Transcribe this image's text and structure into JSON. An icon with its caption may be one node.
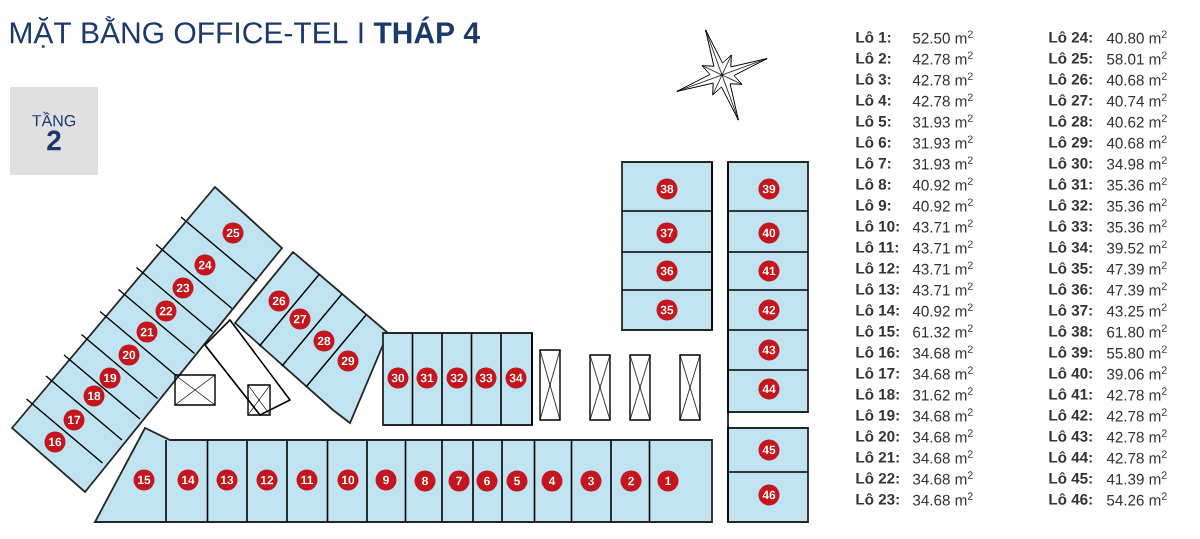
{
  "diagram": {
    "title": "MẶT BẰNG OFFICE-TEL   I   **THÁP 4**",
    "nodes": [
      {
        "text": [
          "TẦNG",
          "2"
        ]
      },
      {
        "text": [
          "1"
        ]
      },
      {
        "text": [
          "2"
        ]
      },
      {
        "text": [
          "3"
        ]
      },
      {
        "text": [
          "4"
        ]
      },
      {
        "text": [
          "5"
        ]
      },
      {
        "text": [
          "6"
        ]
      },
      {
        "text": [
          "7"
        ]
      },
      {
        "text": [
          "8"
        ]
      },
      {
        "text": [
          "9"
        ]
      },
      {
        "text": [
          "10"
        ]
      },
      {
        "text": [
          "11"
        ]
      },
      {
        "text": [
          "12"
        ]
      },
      {
        "text": [
          "13"
        ]
      },
      {
        "text": [
          "14"
        ]
      },
      {
        "text": [
          "15"
        ]
      },
      {
        "text": [
          "16"
        ]
      },
      {
        "text": [
          "17"
        ]
      },
      {
        "text": [
          "18"
        ]
      },
      {
        "text": [
          "19"
        ]
      },
      {
        "text": [
          "20"
        ]
      },
      {
        "text": [
          "21"
        ]
      },
      {
        "text": [
          "22"
        ]
      },
      {
        "text": [
          "23"
        ]
      },
      {
        "text": [
          "24"
        ]
      },
      {
        "text": [
          "25"
        ]
      },
      {
        "text": [
          "26"
        ]
      },
      {
        "text": [
          "27"
        ]
      },
      {
        "text": [
          "28"
        ]
      },
      {
        "text": [
          "29"
        ]
      },
      {
        "text": [
          "30"
        ]
      },
      {
        "text": [
          "31"
        ]
      },
      {
        "text": [
          "32"
        ]
      },
      {
        "text": [
          "33"
        ]
      },
      {
        "text": [
          "34"
        ]
      },
      {
        "text": [
          "35"
        ]
      },
      {
        "text": [
          "36"
        ]
      },
      {
        "text": [
          "37"
        ]
      },
      {
        "text": [
          "38"
        ]
      },
      {
        "text": [
          "39"
        ]
      },
      {
        "text": [
          "40"
        ]
      },
      {
        "text": [
          "41"
        ]
      },
      {
        "text": [
          "42"
        ]
      },
      {
        "text": [
          "43"
        ]
      },
      {
        "text": [
          "44"
        ]
      },
      {
        "text": [
          "45"
        ]
      },
      {
        "text": [
          "46"
        ]
      }
    ],
    "labels": [
      "Lô 1:",
      "52.50 m$^{2}$",
      "Lô 24:",
      "40.80 m$^{2}$",
      "Lô 2:",
      "42.78 m$^{2}$",
      "Lô 25:",
      "58.01 m$^{2}$",
      "Lô 3:",
      "42.78 m$^{2}$",
      "Lô 26:",
      "40.68 m$^{2}$",
      "Lô 4:",
      "42.78 m$^{2}$",
      "Lô 27:",
      "40.74 m$^{2}$",
      "Lô 5:",
      "31.93 m$^{2}$",
      "Lô 28:",
      "40.62 m$^{2}$",
      "Lô 6:",
      "31.93 m$^{2}$",
      "Lô 29:",
      "40.68 m$^{2}$",
      "Lô 7:",
      "31.93 m$^{2}$",
      "Lô 30:",
      "34.98 m$^{2}$",
      "Lô 8:",
      "40.92 m$^{2}$",
      "Lô 31:",
      "35.36 m$^{2}$",
      "Lô 9:",
      "40.92 m$^{2}$",
      "Lô 32:",
      "35.36 m$^{2}$",
      "Lô 10:",
      "43.71 m$^{2}$",
      "Lô 33:",
      "35.36 m$^{2}$",
      "Lô 11:",
      "43.71 m$^{2}$",
      "Lô 34:",
      "39.52 m$^{2}$",
      "Lô 12:",
      "43.71 m$^{2}$",
      "Lô 35:",
      "47.39 m$^{2}$",
      "Lô 13:",
      "43.71 m$^{2}$",
      "Lô 36:",
      "47.39 m$^{2}$",
      "Lô 14:",
      "40.92 m$^{2}$",
      "Lô 37:",
      "43.25 m$^{2}$",
      "Lô 15:",
      "61.32 m$^{2}$",
      "Lô 38:",
      "61.80 m$^{2}$",
      "Lô 16:",
      "34.68 m$^{2}$",
      "Lô 39:",
      "55.80 m$^{2}$",
      "Lô 17:",
      "34.68 m$^{2}$",
      "Lô 40:",
      "39.06 m$^{2}$",
      "Lô 18:",
      "31.62 m$^{2}$",
      "Lô 41:",
      "42.78 m$^{2}$",
      "Lô 19:",
      "34.68 m$^{2}$",
      "Lô 42:",
      "42.78 m$^{2}$",
      "Lô 20:",
      "34.68 m$^{2}$",
      "Lô 43:",
      "42.78 m$^{2}$",
      "Lô 21:",
      "34.68 m$^{2}$",
      "Lô 44:",
      "42.78 m$^{2}$",
      "Lô 22:",
      "34.68 m$^{2}$",
      "Lô 45:",
      "41.39 m$^{2}$",
      "Lô 23:",
      "34.68 m$^{2}$",
      "Lô 46:",
      "54.26 m$^{2}$"
    ]
  }
}
